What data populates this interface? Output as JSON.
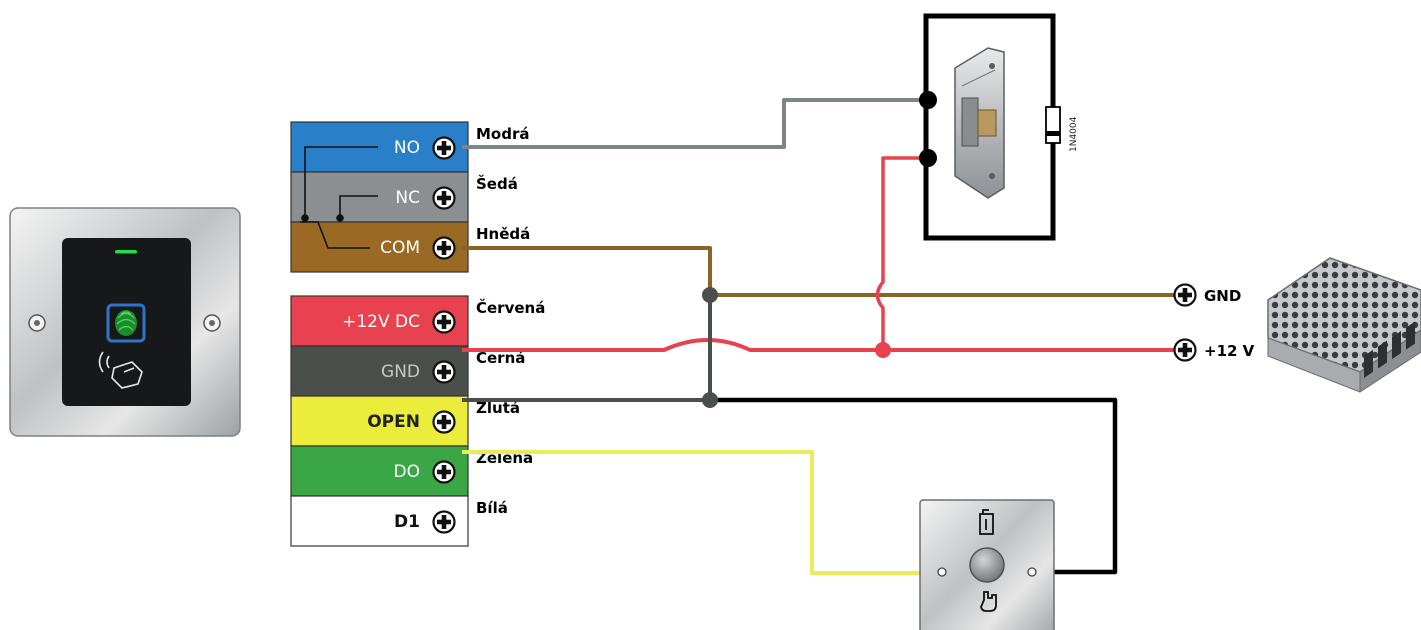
{
  "diagram": {
    "terminals": [
      {
        "id": "no",
        "label": "NO",
        "color": "#2a7fc9",
        "text_color": "#ffffff",
        "wire_label": "Modrá"
      },
      {
        "id": "nc",
        "label": "NC",
        "color": "#8c8f91",
        "text_color": "#ffffff",
        "wire_label": "Šedá"
      },
      {
        "id": "com",
        "label": "COM",
        "color": "#9a6a24",
        "text_color": "#ffffff",
        "wire_label": "Hnědá"
      },
      {
        "id": "p12",
        "label": "+12V DC",
        "color": "#e8414f",
        "text_color": "#ffffff",
        "wire_label": "Červená"
      },
      {
        "id": "gnd",
        "label": "GND",
        "color": "#4a4f4c",
        "text_color": "#c8c8c8",
        "wire_label": "Černá"
      },
      {
        "id": "open",
        "label": "OPEN",
        "color": "#ecec3a",
        "text_color": "#222222",
        "wire_label": "Žlutá"
      },
      {
        "id": "do",
        "label": "DO",
        "color": "#3aa646",
        "text_color": "#ffffff",
        "wire_label": "Zelená"
      },
      {
        "id": "d1",
        "label": "D1",
        "color": "#ffffff",
        "text_color": "#111111",
        "wire_label": "Bílá"
      }
    ],
    "power_supply": {
      "gnd_label": "GND",
      "plus_label": "+12 V"
    },
    "diode_label": "1N4004",
    "wire_colors": {
      "gray": "#7f8486",
      "brown": "#8a6326",
      "red": "#e8414f",
      "black": "#000000",
      "darkgray": "#4a4f4c",
      "yellow": "#ecec5a"
    },
    "icons": {
      "terminal_screw": "plus-screw-icon",
      "fingerprint": "fingerprint-icon",
      "rfid_hand": "hand-card-icon",
      "exit_top": "door-icon",
      "exit_bottom": "hand-press-icon"
    }
  }
}
